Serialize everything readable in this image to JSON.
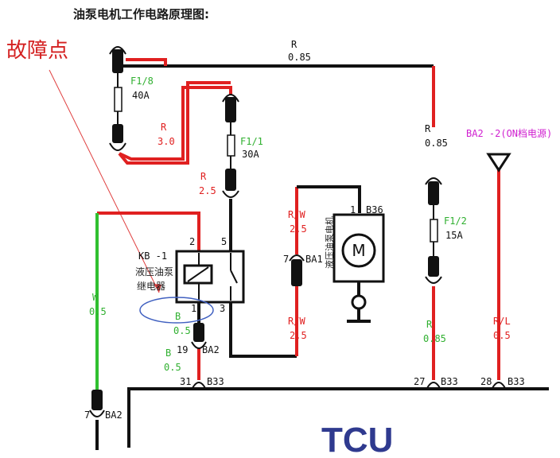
{
  "title": "油泵电机工作电路原理图:",
  "fault_label": "故障点",
  "tcu_label": "TCU",
  "colors": {
    "red_wire": "#e02020",
    "black_wire": "#111111",
    "green_wire": "#30c030",
    "magenta_label": "#d020d0",
    "tcu_blue": "#2f3a8f",
    "fault_red": "#d42020"
  },
  "fuses": {
    "f18": {
      "name": "F1/8",
      "rating": "40A"
    },
    "f11": {
      "name": "F1/1",
      "rating": "30A"
    },
    "f12": {
      "name": "F1/2",
      "rating": "15A"
    }
  },
  "wires": {
    "top": {
      "color": "R",
      "gauge": "0.85"
    },
    "r30": {
      "color": "R",
      "gauge": "3.0"
    },
    "r25": {
      "color": "R",
      "gauge": "2.5"
    },
    "right_r": {
      "color": "R",
      "gauge": "0.85"
    },
    "rw_top": {
      "color": "R/W",
      "gauge": "2.5"
    },
    "rw_bot": {
      "color": "R/W",
      "gauge": "2.5"
    },
    "green_w": {
      "color": "W",
      "gauge": "0.5"
    },
    "b05_a": {
      "color": "B",
      "gauge": "0.5"
    },
    "b05_b": {
      "color": "B",
      "gauge": "0.5"
    },
    "r085_b": {
      "color": "R",
      "gauge": "0.85"
    },
    "rl": {
      "color": "R/L",
      "gauge": "0.5"
    }
  },
  "relay": {
    "name": "KB -1",
    "desc1": "液压油泵",
    "desc2": "继电器",
    "pin2": "2",
    "pin5": "5",
    "pin1": "1",
    "pin3": "3"
  },
  "motor": {
    "desc": "液压油泵电机",
    "pin": "1",
    "connector": "B36",
    "symbol": "M"
  },
  "connectors": {
    "ba1": {
      "pin": "7",
      "name": "BA1"
    },
    "ba2_top": {
      "pin": "19",
      "name": "BA2"
    },
    "ba2_bot": {
      "pin": "7",
      "name": "BA2"
    },
    "b33_31": {
      "pin": "31",
      "name": "B33"
    },
    "b33_27": {
      "pin": "27",
      "name": "B33"
    },
    "b33_28": {
      "pin": "28",
      "name": "B33"
    }
  },
  "power_label": "BA2 -2(ON档电源)"
}
